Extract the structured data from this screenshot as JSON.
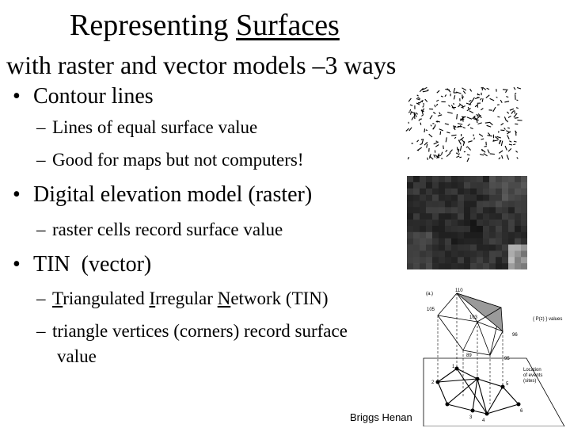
{
  "slide": {
    "title_prefix": "Representing",
    "title_underlined": "Surfaces",
    "subtitle": "with raster and vector models –3 ways",
    "bullets": [
      {
        "label": "Contour lines",
        "subs": [
          "Lines of equal surface value",
          "Good for maps but not computers!"
        ]
      },
      {
        "label": "Digital elevation model (raster)",
        "subs": [
          "raster cells record surface value"
        ]
      },
      {
        "label": "TIN  (vector)",
        "tin_sub": {
          "T": "T",
          "rest1": "riangulated ",
          "I": "I",
          "rest2": "rregular ",
          "N": "N",
          "rest3": "etwork (TIN)"
        },
        "sub2_line1": "triangle vertices (corners) record surface",
        "sub2_line2": "value"
      }
    ],
    "credit": "Briggs  Henan"
  },
  "figures": {
    "tin_labels": {
      "panel": "(a.)",
      "legend": "{ P(z) } values",
      "v1": "110",
      "v2": "105",
      "v3": "103",
      "v4": "96",
      "v5": "89",
      "v6": "95",
      "loc": "Location",
      "loc2": "of events",
      "loc3": "(sites)",
      "n1": "1",
      "n2": "2",
      "n3": "3",
      "n4": "4",
      "n5": "5",
      "n6": "6"
    },
    "colors": {
      "contour_ink": "#000000",
      "dem_dark": "#1a1a1a",
      "tin_shade": "#9a9a9a"
    }
  }
}
